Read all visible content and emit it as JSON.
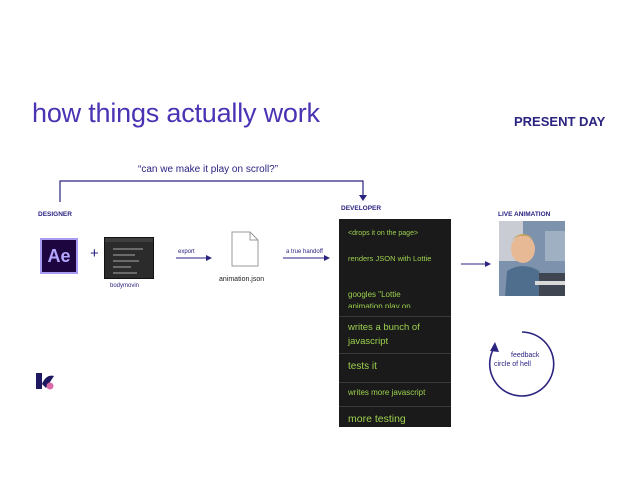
{
  "slide": {
    "title": "how things actually work",
    "tag": "PRESENT DAY",
    "quote": "“can we make it play on scroll?”"
  },
  "labels": {
    "designer": "DESIGNER",
    "developer": "DEVELOPER",
    "live": "LIVE ANIMATION",
    "plus": "+",
    "bodymovin": "bodymovin",
    "export": "export",
    "handoff": "a true handoff",
    "json_file": "animation.json",
    "ae": "Ae",
    "feedback_line1": "feedback",
    "feedback_line2": "circle of hell"
  },
  "developer_steps": [
    "<drops it on the page>",
    "renders JSON with Lottie",
    "googles \"Lottie animation play on scroll\"",
    "writes a bunch of javascript",
    "tests it",
    "writes more javascript",
    "more testing"
  ],
  "colors": {
    "accent": "#4b33b4",
    "navy": "#2a2380",
    "dev_bg": "#1a1a1a",
    "dev_text": "#9cd04e"
  }
}
